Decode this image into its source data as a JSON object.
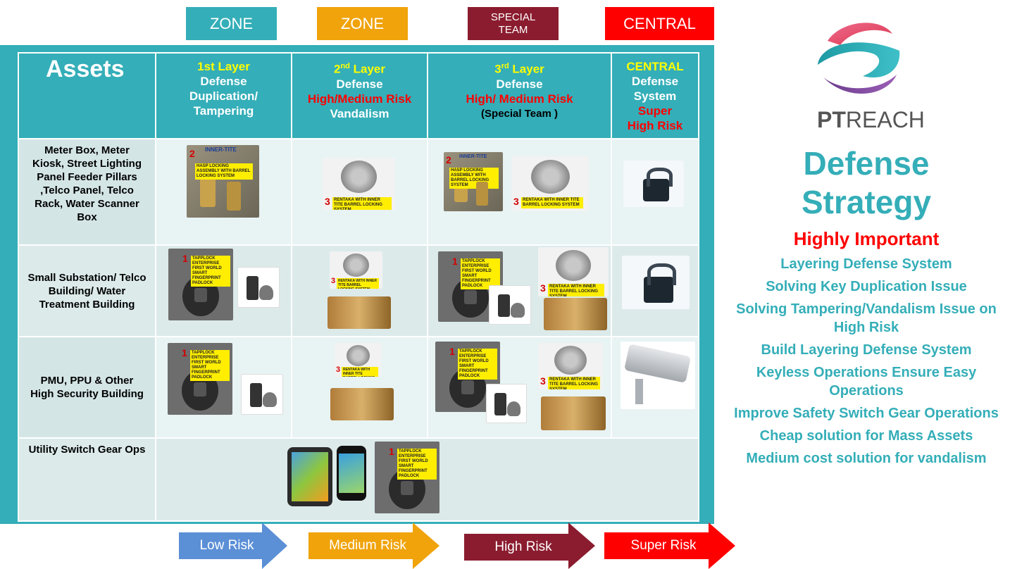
{
  "zones": [
    {
      "label": "ZONE",
      "color": "#34aeb8"
    },
    {
      "label": "ZONE",
      "color": "#f0a30a"
    },
    {
      "label": "SPECIAL\nTEAM",
      "color": "#8b1c2f"
    },
    {
      "label": "CENTRAL",
      "color": "#ff0000"
    }
  ],
  "table": {
    "assets_header": "Assets",
    "columns": [
      {
        "layer": "1st Layer",
        "line2": "Defense",
        "line3": "Duplication/",
        "line4": "Tampering"
      },
      {
        "layer_prefix": "2",
        "layer_sup": "nd",
        "layer_suffix": " Layer",
        "line2": "Defense",
        "risk": "High/Medium Risk",
        "line4": "Vandalism"
      },
      {
        "layer_prefix": "3",
        "layer_sup": "rd",
        "layer_suffix": " Layer",
        "line2": "Defense",
        "risk": "High/ Medium Risk",
        "note": "(Special Team )"
      },
      {
        "layer": "CENTRAL",
        "line2": "Defense",
        "line3": "System",
        "risk1": "Super",
        "risk2": "High Risk"
      }
    ],
    "rows": [
      {
        "asset": "Meter Box, Meter Kiosk, Street Lighting Panel Feeder Pillars ,Telco Panel, Telco Rack, Water Scanner Box"
      },
      {
        "asset": "Small Substation/ Telco Building/ Water Treatment Building"
      },
      {
        "asset": "PMU, PPU & Other High Security Building"
      },
      {
        "asset": "Utility Switch Gear Ops"
      }
    ],
    "image_text": {
      "inner_tite": "INNER-TITE",
      "hasp": "HASP LOCKING ASSEMBLY WITH BARREL LOCKING SYSTEM",
      "rentaka": "RENTAKA WITH INNER TITE BARREL LOCKING SYSTEM",
      "tapplock": "TAPPLOCK ENTERPRISE FIRST WORLD SMART FINGERPRINT PADLOCK",
      "num1": "1",
      "num2": "2",
      "num3": "3"
    }
  },
  "arrows": [
    {
      "label": "Low Risk",
      "color": "#5b8fd6"
    },
    {
      "label": "Medium Risk",
      "color": "#f0a30a"
    },
    {
      "label": "High Risk",
      "color": "#8b1c2f"
    },
    {
      "label": "Super Risk",
      "color": "#ff0000"
    }
  ],
  "brand": {
    "bold": "PT",
    "rest": "REACH"
  },
  "right": {
    "title_line1": "Defense",
    "title_line2": "Strategy",
    "subtitle": "Highly Important",
    "points": [
      "Layering Defense System",
      "Solving Key Duplication Issue",
      "Solving Tampering/Vandalism Issue on High Risk",
      "Build Layering Defense System",
      "Keyless Operations Ensure Easy Operations",
      "Improve Safety Switch Gear Operations",
      "Cheap solution for Mass Assets",
      "Medium cost solution for vandalism"
    ]
  }
}
